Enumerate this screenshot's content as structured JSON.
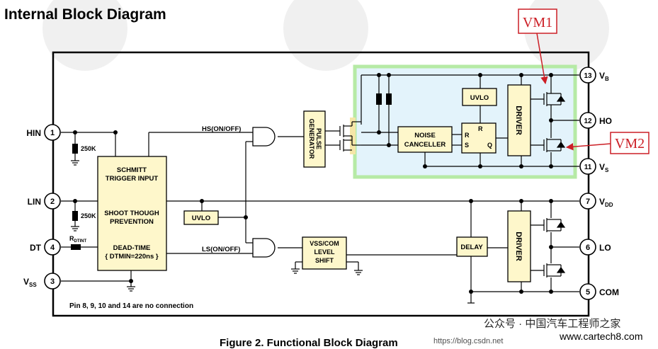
{
  "title": "Internal Block Diagram",
  "caption": "Figure 2. Functional Block Diagram",
  "note": "Pin 8, 9, 10 and 14 are no connection",
  "pins": {
    "hin": {
      "num": "1",
      "name": "HIN"
    },
    "lin": {
      "num": "2",
      "name": "LIN"
    },
    "vss": {
      "num": "3",
      "name": "V",
      "sub": "SS"
    },
    "dt": {
      "num": "4",
      "name": "DT"
    },
    "com": {
      "num": "5",
      "name": "COM"
    },
    "lo": {
      "num": "6",
      "name": "LO"
    },
    "vdd": {
      "num": "7",
      "name": "V",
      "sub": "DD"
    },
    "vs": {
      "num": "11",
      "name": "V",
      "sub": "S"
    },
    "ho": {
      "num": "12",
      "name": "HO"
    },
    "vb": {
      "num": "13",
      "name": "V",
      "sub": "B"
    }
  },
  "resistors": {
    "r1": "250K",
    "r2": "250K",
    "rdtint": "R",
    "rdtint_sub": "DTINT"
  },
  "blocks": {
    "schmitt": [
      "SCHMITT",
      "TRIGGER INPUT"
    ],
    "shoot": [
      "SHOOT THOUGH",
      "PREVENTION"
    ],
    "deadtime": [
      "DEAD-TIME",
      "{ DTMIN=220ns }"
    ],
    "uvlo_low": "UVLO",
    "pulse_gen": [
      "PULSE",
      "GENERATOR"
    ],
    "uvlo_high": "UVLO",
    "noise": [
      "NOISE",
      "CANCELLER"
    ],
    "rs": {
      "r_top": "R",
      "r": "R",
      "s": "S",
      "q": "Q"
    },
    "driver_high": "DRIVER",
    "level_shift": [
      "VSS/COM",
      "LEVEL",
      "SHIFT"
    ],
    "delay": "DELAY",
    "driver_low": "DRIVER"
  },
  "signals": {
    "hs": "HS(ON/OFF)",
    "ls": "LS(ON/OFF)"
  },
  "annotations": {
    "vm1": "VM1",
    "vm2": "VM2"
  },
  "watermark": {
    "brand": "公众号 · 中国汽车工程师之家",
    "url": "https://blog.csdn.net",
    "site": "www.cartech8.com"
  },
  "colors": {
    "highlight_fill": "#e3f3fb",
    "highlight_border": "#b6eaa5",
    "annotation_red": "#cc1f26"
  }
}
